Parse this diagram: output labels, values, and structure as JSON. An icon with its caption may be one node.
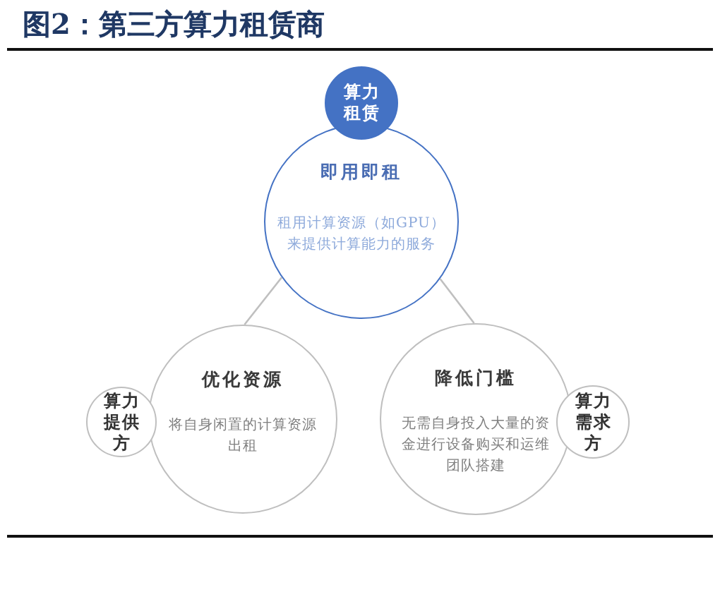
{
  "diagram": {
    "title": "图2：第三方算力租赁商",
    "nodes": [
      {
        "text": [
          "算力租赁"
        ]
      },
      {
        "text": [
          "即用即租",
          "租用计算资源（如GPU）来提供计算能力的服务"
        ]
      },
      {
        "text": [
          "算力提供方"
        ]
      },
      {
        "text": [
          "优化资源",
          "将自身闲置的计算资源出租"
        ]
      },
      {
        "text": [
          "降低门槛",
          "无需自身投入大量的资金进行设备购买和运维团队搭建"
        ]
      },
      {
        "text": [
          "算力需求方"
        ]
      }
    ],
    "edges": [
      {
        "from": 1,
        "to": 3,
        "arrow": "none"
      },
      {
        "from": 1,
        "to": 4,
        "arrow": "none"
      }
    ]
  }
}
